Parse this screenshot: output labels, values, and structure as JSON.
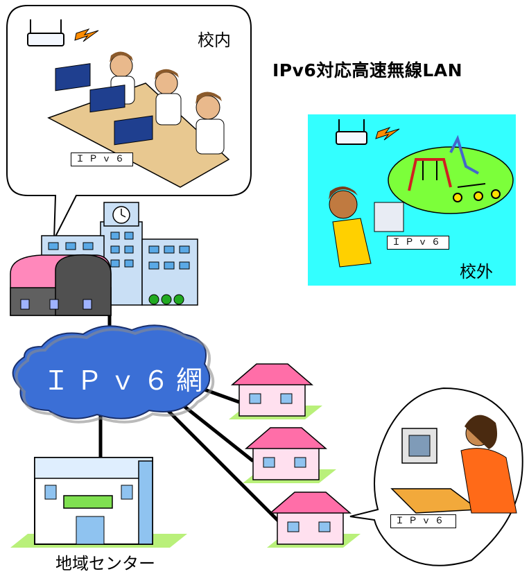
{
  "title": "IPv6対応高速無線LAN",
  "school_inside_label": "校内",
  "school_outside_label": "校外",
  "network_label": "ＩＰｖ６網",
  "regional_center_label": "地域センター",
  "tags": {
    "classroom": "ＩＰｖ６",
    "outdoor": "ＩＰｖ６",
    "home": "ＩＰｖ６"
  },
  "colors": {
    "outdoor_panel": "#33ffff",
    "cloud": "#3b6fd6",
    "house_roof": "#ff6ea8",
    "house_wall": "#ffe0ef",
    "lawn": "#b9f07a",
    "building": "#a9ccf2",
    "center_sign": "#7fe050"
  },
  "icons": [
    "wireless-access-point-icon",
    "radio-signal-icon",
    "school-building-icon",
    "house-icon",
    "computer-icon"
  ]
}
